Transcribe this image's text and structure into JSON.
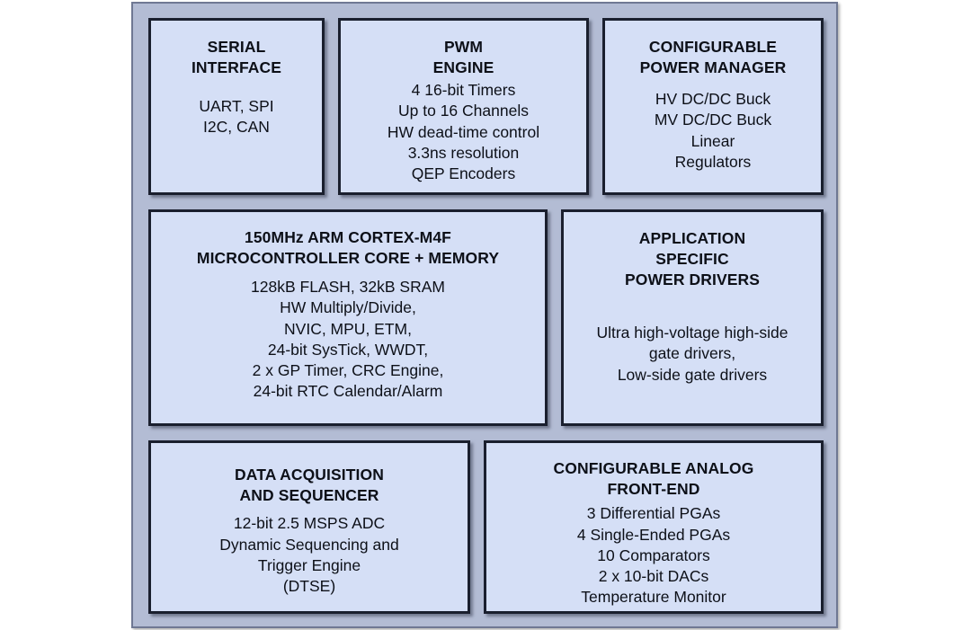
{
  "diagram": {
    "colors": {
      "panel_fill": "#b3bcd4",
      "panel_border": "#6f7893",
      "block_fill": "#d5dff6",
      "block_border": "#1a1f2e",
      "text": "#0d1018",
      "page_background": "#ffffff"
    },
    "blocks": [
      {
        "id": "serial-interface",
        "title": "SERIAL\nINTERFACE",
        "body": "UART, SPI\nI2C, CAN"
      },
      {
        "id": "pwm-engine",
        "title": "PWM\nENGINE",
        "body": "4 16-bit Timers\nUp to 16 Channels\nHW dead-time control\n3.3ns resolution\nQEP Encoders"
      },
      {
        "id": "configurable-power-manager",
        "title": "CONFIGURABLE\nPOWER MANAGER",
        "body": "HV DC/DC Buck\nMV DC/DC Buck\nLinear\nRegulators"
      },
      {
        "id": "microcontroller-core",
        "title": "150MHz ARM CORTEX-M4F\nMICROCONTROLLER CORE + MEMORY",
        "body": "128kB FLASH, 32kB SRAM\nHW Multiply/Divide,\nNVIC, MPU, ETM,\n24-bit SysTick, WWDT,\n2 x GP Timer, CRC Engine,\n24-bit RTC Calendar/Alarm"
      },
      {
        "id": "application-specific-power-drivers",
        "title": "APPLICATION\nSPECIFIC\nPOWER DRIVERS",
        "body": "Ultra high-voltage high-side\ngate drivers,\nLow-side gate drivers"
      },
      {
        "id": "data-acquisition-and-sequencer",
        "title": "DATA ACQUISITION\nAND SEQUENCER",
        "body": "12-bit 2.5 MSPS ADC\nDynamic Sequencing and\nTrigger Engine\n(DTSE)"
      },
      {
        "id": "configurable-analog-front-end",
        "title": "CONFIGURABLE ANALOG\nFRONT-END",
        "body": "3 Differential PGAs\n4 Single-Ended PGAs\n10 Comparators\n2 x 10-bit DACs\nTemperature Monitor"
      }
    ]
  }
}
